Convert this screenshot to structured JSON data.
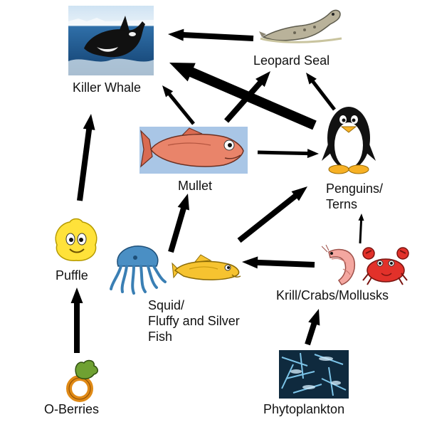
{
  "colors": {
    "arrow": "#000000",
    "sea": "#1f5f9c",
    "sky": "#cfe3f3",
    "orca": "#111111",
    "mullet": "#e9846a",
    "mullet_bg": "#a9c6e6",
    "puffle": "#ffe23a",
    "squid": "#4a8fc4",
    "fish": "#f6c330",
    "shrimp": "#f4a7a0",
    "crab": "#e2312a",
    "berry": "#6fa132",
    "plankton": "#2b5f86"
  },
  "nodes": {
    "killer_whale": {
      "label": "Killer Whale",
      "icon": "orca-photo"
    },
    "leopard_seal": {
      "label": "Leopard Seal",
      "icon": "seal-illustration"
    },
    "mullet": {
      "label": "Mullet",
      "icon": "mullet-fish"
    },
    "penguins": {
      "label": "Penguins/\nTerns",
      "icon": "penguin"
    },
    "puffle": {
      "label": "Puffle",
      "icon": "puffle"
    },
    "squid_fish": {
      "label": "Squid/\nFluffy and Silver\nFish",
      "icon": "squid-and-fish"
    },
    "krill": {
      "label": "Krill/Crabs/Mollusks",
      "icon": "shrimp-and-crab"
    },
    "oberries": {
      "label": "O-Berries",
      "icon": "o-berry"
    },
    "phytoplankton": {
      "label": "Phytoplankton",
      "icon": "plankton-photo"
    }
  },
  "edges": [
    {
      "from": "leopard_seal",
      "to": "killer_whale",
      "weight": "thick"
    },
    {
      "from": "penguins",
      "to": "killer_whale",
      "weight": "very-thick"
    },
    {
      "from": "mullet",
      "to": "killer_whale",
      "weight": "medium"
    },
    {
      "from": "mullet",
      "to": "leopard_seal",
      "weight": "thick"
    },
    {
      "from": "penguins",
      "to": "leopard_seal",
      "weight": "medium"
    },
    {
      "from": "mullet",
      "to": "penguins",
      "weight": "medium"
    },
    {
      "from": "puffle",
      "to": "killer_whale",
      "weight": "thick"
    },
    {
      "from": "squid_fish",
      "to": "mullet",
      "weight": "thick"
    },
    {
      "from": "squid_fish",
      "to": "penguins",
      "weight": "thick"
    },
    {
      "from": "krill",
      "to": "squid_fish",
      "weight": "thick"
    },
    {
      "from": "krill",
      "to": "penguins",
      "weight": "thin"
    },
    {
      "from": "phytoplankton",
      "to": "krill",
      "weight": "thick"
    },
    {
      "from": "oberries",
      "to": "puffle",
      "weight": "thick"
    }
  ]
}
